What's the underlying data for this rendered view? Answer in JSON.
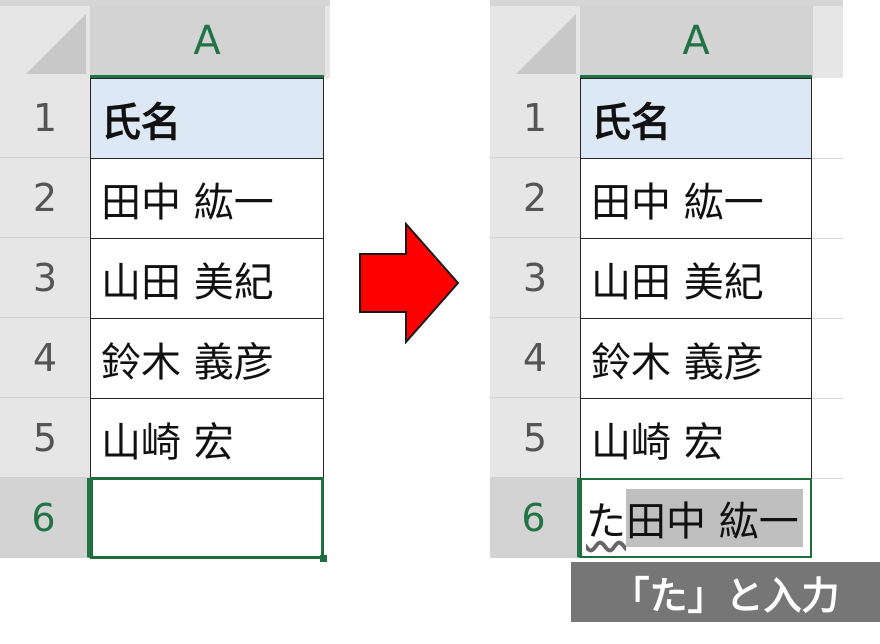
{
  "left_sheet": {
    "column_header": "A",
    "rows": [
      {
        "row": "1",
        "value": "氏名"
      },
      {
        "row": "2",
        "value": "田中 紘一"
      },
      {
        "row": "3",
        "value": "山田 美紀"
      },
      {
        "row": "4",
        "value": "鈴木 義彦"
      },
      {
        "row": "5",
        "value": "山崎 宏"
      },
      {
        "row": "6",
        "value": ""
      }
    ]
  },
  "right_sheet": {
    "column_header": "A",
    "rows": [
      {
        "row": "1",
        "value": "氏名"
      },
      {
        "row": "2",
        "value": "田中 紘一"
      },
      {
        "row": "3",
        "value": "山田 美紀"
      },
      {
        "row": "4",
        "value": "鈴木 義彦"
      },
      {
        "row": "5",
        "value": "山崎 宏"
      },
      {
        "row": "6",
        "typed": "た",
        "autocomplete": "田中 紘一"
      }
    ]
  },
  "caption": "「た」と入力",
  "colors": {
    "accent": "#217346",
    "header_cell": "#dde8f5",
    "arrow": "#ff0000",
    "caption_bg": "#767676"
  }
}
